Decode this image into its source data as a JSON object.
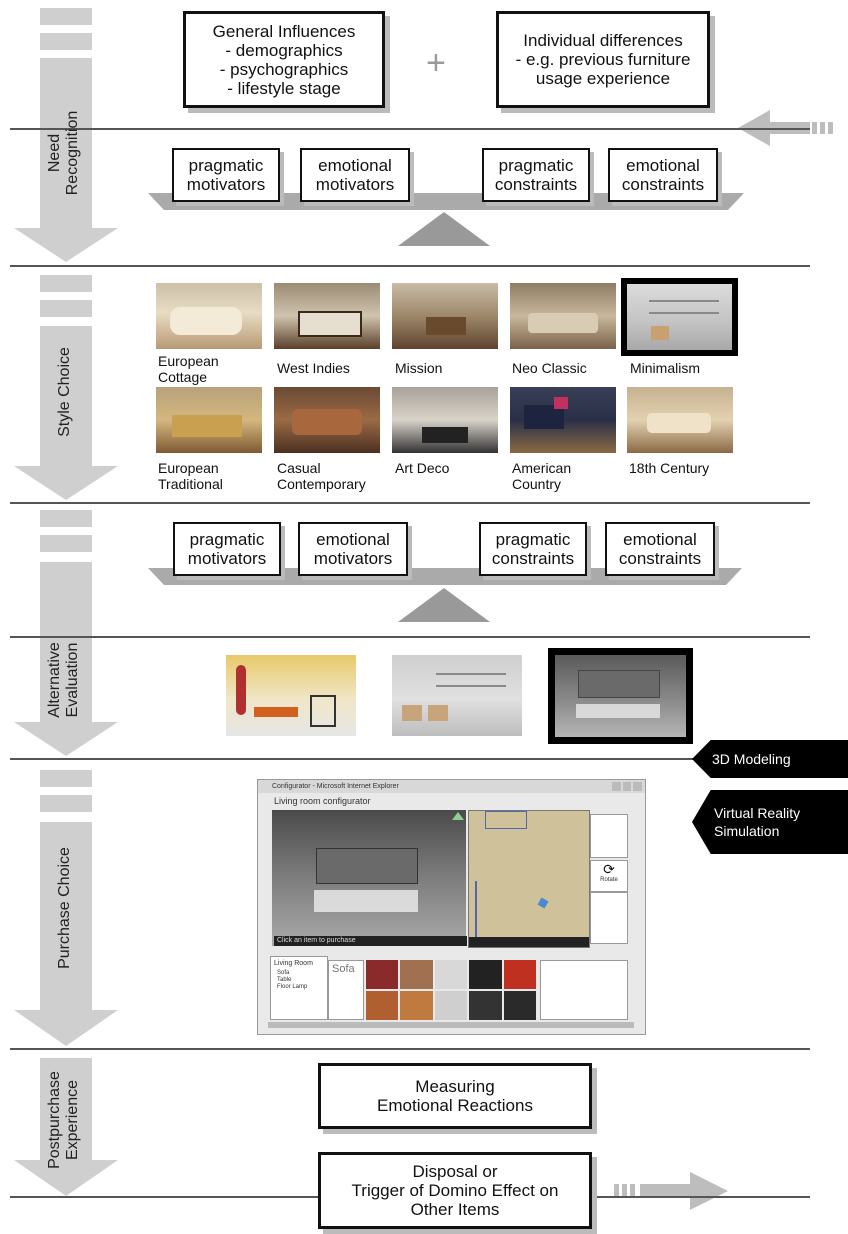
{
  "stages": [
    "Need\nRecognition",
    "Style Choice",
    "Alternative\nEvaluation",
    "Purchase Choice",
    "Postpurchase\nExperience"
  ],
  "influences": {
    "general": "General Influences\n- demographics\n- psychographics\n- lifestyle stage",
    "individual": "Individual differences\n- e.g. previous furniture\nusage experience",
    "plus": "+"
  },
  "balance_top": {
    "pragmatic_motivators": "pragmatic\nmotivators",
    "emotional_motivators": "emotional\nmotivators",
    "pragmatic_constraints": "pragmatic\nconstraints",
    "emotional_constraints": "emotional\nconstraints"
  },
  "styles_row1": [
    "European\nCottage",
    "West Indies",
    "Mission",
    "Neo Classic",
    "Minimalism"
  ],
  "styles_row2": [
    "European\nTraditional",
    "Casual\nContemporary",
    "Art Deco",
    "American\nCountry",
    "18th Century"
  ],
  "balance_mid": {
    "pragmatic_motivators": "pragmatic\nmotivators",
    "emotional_motivators": "emotional\nmotivators",
    "pragmatic_constraints": "pragmatic\nconstraints",
    "emotional_constraints": "emotional\nconstraints"
  },
  "tags": {
    "modeling": "3D Modeling",
    "vr": "Virtual Reality\nSimulation"
  },
  "configurator": {
    "window_title": "Configurator - Microsoft Internet Explorer",
    "heading": "Living room configurator",
    "view_caption": "Click an item to purchase",
    "room_list_title": "Living Room",
    "room_items": "Sofa\nTable\nFloor Lamp",
    "selected_item": "Sofa",
    "rotate_label": "Rotate"
  },
  "post": {
    "measuring": "Measuring\nEmotional Reactions",
    "disposal": "Disposal or\nTrigger of Domino Effect on\nOther Items"
  }
}
